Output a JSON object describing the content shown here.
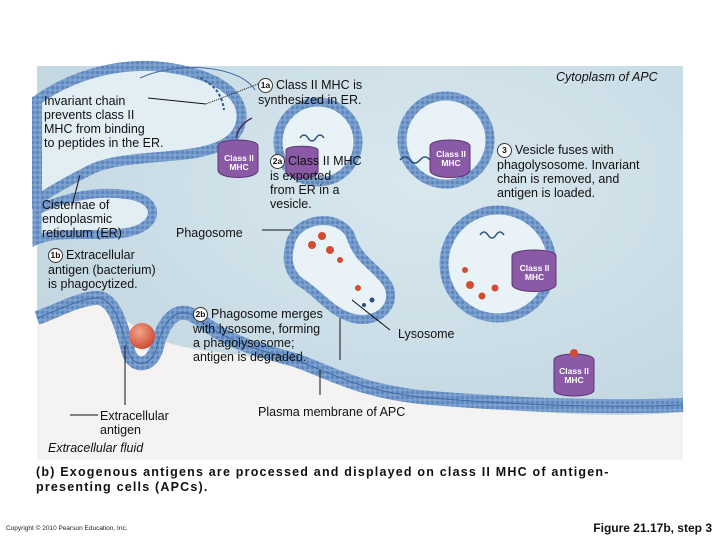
{
  "labels": {
    "cytoplasm": "Cytoplasm of APC",
    "invariant_chain": "Invariant chain\nprevents class II\nMHC from binding\nto peptides in the ER.",
    "cisternae": "Cisternae of\nendoplasmic\nreticulum (ER)",
    "phagosome": "Phagosome",
    "lysosome": "Lysosome",
    "plasma_membrane": "Plasma membrane of APC",
    "extracellular_antigen": "Extracellular\nantigen",
    "extracellular_fluid": "Extracellular fluid"
  },
  "steps": [
    {
      "num": "1a",
      "text": "Class II MHC is\nsynthesized in ER."
    },
    {
      "num": "2a",
      "text": "Class II MHC\nis exported\nfrom ER in a\nvesicle."
    },
    {
      "num": "3",
      "text": "Vesicle fuses with\nphagolysosome. Invariant\nchain is removed, and\nantigen is loaded."
    },
    {
      "num": "1b",
      "text": "Extracellular\nantigen (bacterium)\nis phagocytized."
    },
    {
      "num": "2b",
      "text": "Phagosome merges\nwith lysosome, forming\na phagolysosome;\nantigen is degraded."
    }
  ],
  "mhc_label": "Class II\nMHC",
  "caption": {
    "prefix": "(b)",
    "text": "Exogenous antigens are processed and displayed on class II MHC of antigen-presenting cells (APCs)."
  },
  "copyright": "Copyright © 2010 Pearson Education, Inc.",
  "figure_number": "Figure 21.17b, step 3",
  "colors": {
    "cytoplasm": "#cfdfe7",
    "membrane_blue": "#6f97c9",
    "membrane_dark": "#3e6aa6",
    "vesicle_interior": "#e9f2f6",
    "mhc_purple": "#8a5aa6",
    "antigen_red": "#e0664a",
    "extracellular": "#f4f3f1"
  }
}
